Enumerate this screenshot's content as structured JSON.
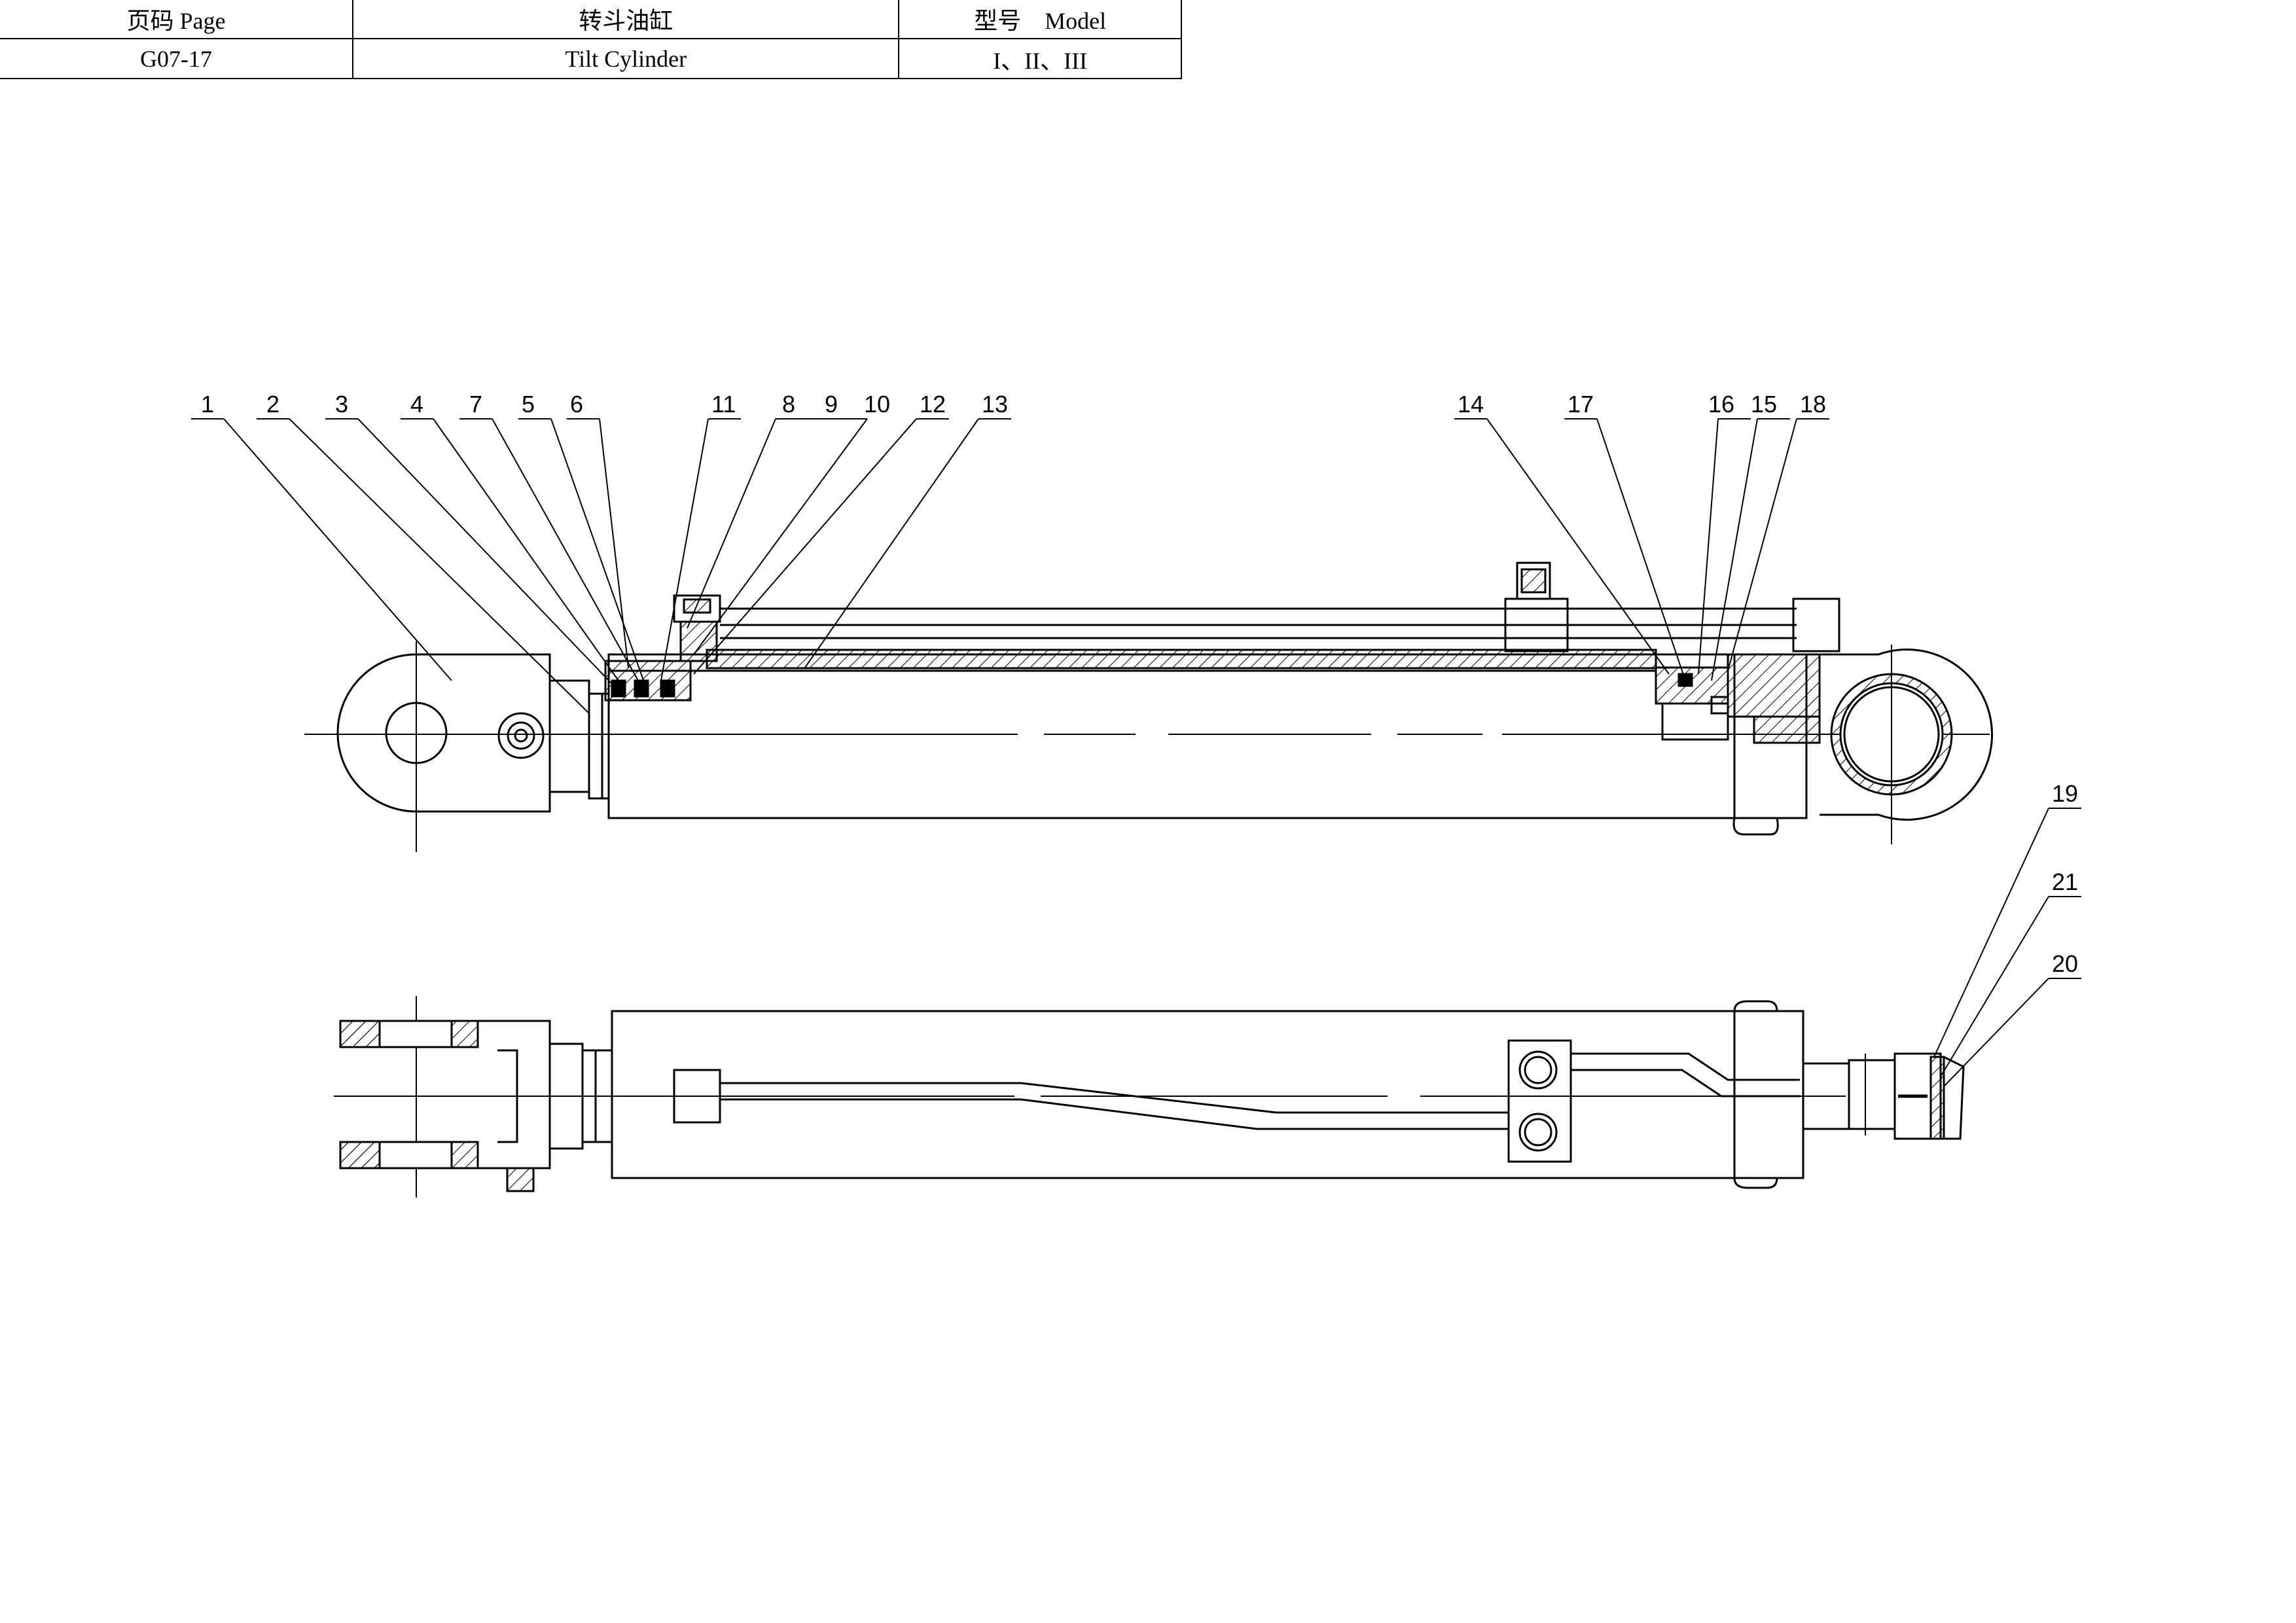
{
  "header": {
    "page_label": "页码 Page",
    "page_value": "G07-17",
    "name_label": "转斗油缸",
    "name_value": "Tilt Cylinder",
    "model_label": "型号　Model",
    "model_value": "I、II、III"
  },
  "callouts": {
    "c1": "1",
    "c2": "2",
    "c3": "3",
    "c4": "4",
    "c7": "7",
    "c5": "5",
    "c6": "6",
    "c11": "11",
    "c8": "8",
    "c9": "9",
    "c10": "10",
    "c12": "12",
    "c13": "13",
    "c14": "14",
    "c17": "17",
    "c16": "16",
    "c15": "15",
    "c18": "18",
    "c19": "19",
    "c21": "21",
    "c20": "20"
  }
}
